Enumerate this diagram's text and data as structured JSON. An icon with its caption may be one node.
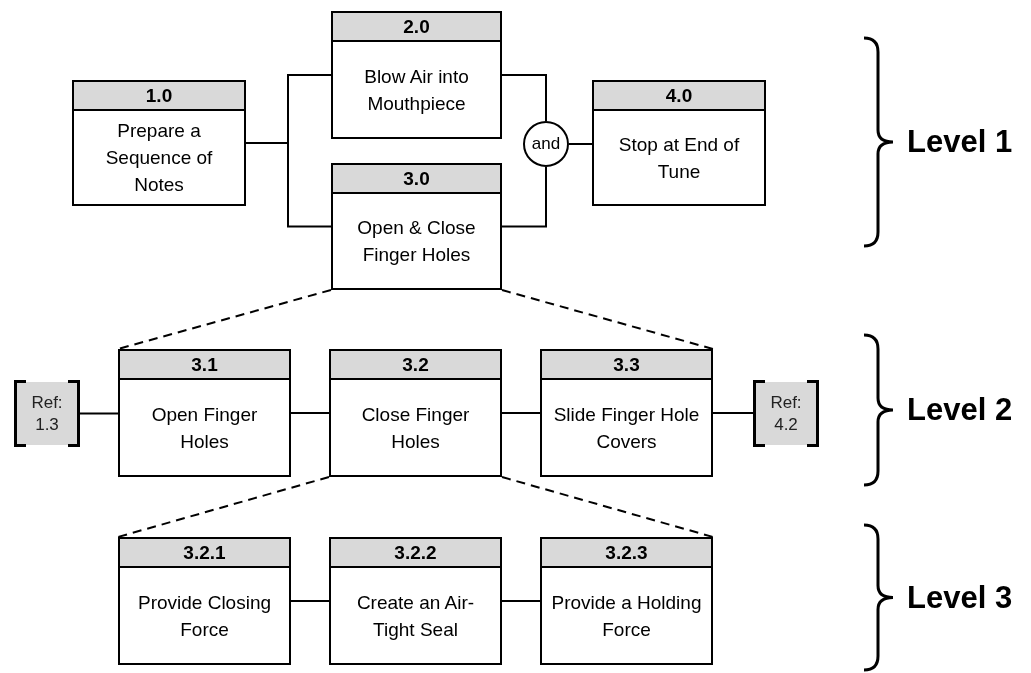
{
  "diagram": {
    "nodes": [
      {
        "text": [
          "1.0",
          "Prepare a Sequence of Notes"
        ]
      },
      {
        "text": [
          "2.0",
          "Blow Air into Mouthpiece"
        ]
      },
      {
        "text": [
          "3.0",
          "Open & Close Finger Holes"
        ]
      },
      {
        "text": [
          "and"
        ]
      },
      {
        "text": [
          "4.0",
          "Stop at End of Tune"
        ]
      },
      {
        "text": [
          "Ref: 1.3"
        ]
      },
      {
        "text": [
          "3.1",
          "Open Finger Holes"
        ]
      },
      {
        "text": [
          "3.2",
          "Close Finger Holes"
        ]
      },
      {
        "text": [
          "3.3",
          "Slide Finger Hole Covers"
        ]
      },
      {
        "text": [
          "Ref: 4.2"
        ]
      },
      {
        "text": [
          "3.2.1",
          "Provide Closing Force"
        ]
      },
      {
        "text": [
          "3.2.2",
          "Create an Air-Tight Seal"
        ]
      },
      {
        "text": [
          "3.2.3",
          "Provide a Holding Force"
        ]
      }
    ],
    "edges": [
      {
        "from": 0,
        "to": 1,
        "arrow": "none"
      },
      {
        "from": 0,
        "to": 2,
        "arrow": "none"
      },
      {
        "from": 1,
        "to": 3,
        "arrow": "none"
      },
      {
        "from": 2,
        "to": 3,
        "arrow": "none"
      },
      {
        "from": 3,
        "to": 4,
        "arrow": "none"
      },
      {
        "from": 5,
        "to": 6,
        "arrow": "none"
      },
      {
        "from": 6,
        "to": 7,
        "arrow": "none"
      },
      {
        "from": 7,
        "to": 8,
        "arrow": "none"
      },
      {
        "from": 8,
        "to": 9,
        "arrow": "none"
      },
      {
        "from": 10,
        "to": 11,
        "arrow": "none"
      },
      {
        "from": 11,
        "to": 12,
        "arrow": "none"
      },
      {
        "from": 2,
        "to": 6,
        "arrow": "none",
        "style": "dashed"
      },
      {
        "from": 2,
        "to": 8,
        "arrow": "none",
        "style": "dashed"
      },
      {
        "from": 7,
        "to": 10,
        "arrow": "none",
        "style": "dashed"
      },
      {
        "from": 7,
        "to": 12,
        "arrow": "none",
        "style": "dashed"
      }
    ],
    "labels": [
      "Level 1",
      "Level 2",
      "Level 3"
    ]
  }
}
